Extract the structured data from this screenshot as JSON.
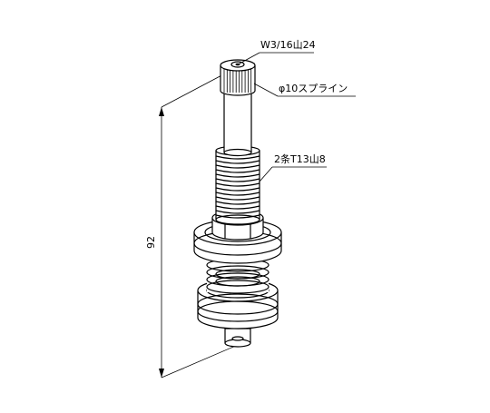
{
  "diagram": {
    "callouts": {
      "thread_top": "W3/16山24",
      "spline": "φ10スプライン",
      "thread_mid": "2条T13山8"
    },
    "dimension": {
      "label": "92"
    }
  }
}
